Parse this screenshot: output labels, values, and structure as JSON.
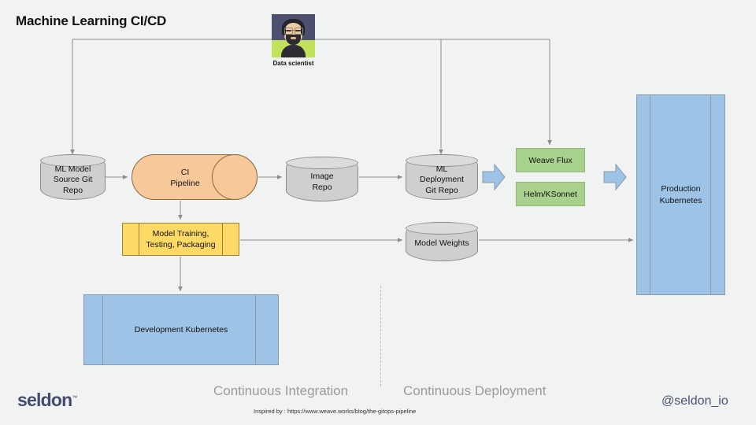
{
  "slide": {
    "title": "Machine Learning CI/CD",
    "background_color": "#f1f2f2"
  },
  "actor": {
    "name": "Data scientist",
    "icon": "data-scientist-avatar"
  },
  "nodes": {
    "ml_model_source_git_repo": {
      "label": "ML Model\nSource Git\nRepo",
      "shape": "cylinder",
      "color": "#cfcfcf"
    },
    "ci_pipeline": {
      "label": "CI\nPipeline",
      "shape": "process",
      "color": "#f7c89a"
    },
    "image_repo": {
      "label": "Image\nRepo",
      "shape": "cylinder",
      "color": "#cfcfcf"
    },
    "ml_deployment_git_repo": {
      "label": "ML\nDeployment\nGit Repo",
      "shape": "cylinder",
      "color": "#cfcfcf"
    },
    "weave_flux": {
      "label": "Weave Flux",
      "shape": "rect",
      "color": "#a9d18e"
    },
    "helm_ksonnet": {
      "label": "Helm/KSonnet",
      "shape": "rect",
      "color": "#a9d18e"
    },
    "production_kubernetes": {
      "label": "Production\nKubernetes",
      "shape": "rect",
      "color": "#9dc3e6"
    },
    "model_training": {
      "label": "Model Training,\nTesting, Packaging",
      "shape": "predefined-process",
      "color": "#ffd966"
    },
    "model_weights": {
      "label": "Model Weights",
      "shape": "cylinder",
      "color": "#cfcfcf"
    },
    "development_kubernetes": {
      "label": "Development Kubernetes",
      "shape": "rect",
      "color": "#9dc3e6"
    }
  },
  "phases": {
    "continuous_integration": "Continuous Integration",
    "continuous_deployment": "Continuous Deployment"
  },
  "footer": {
    "inspired_by": "Inspired by : https://www.weave.works/blog/the-gitops-pipeline",
    "handle": "@seldon_io",
    "logo": "seldon",
    "logo_tm": "™"
  }
}
